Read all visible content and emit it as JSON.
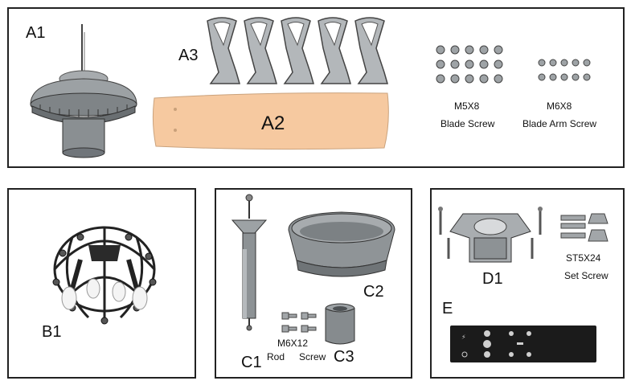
{
  "panel_a": {
    "a1_label": "A1",
    "a2_label": "A2",
    "a3_label": "A3",
    "m5_size": "M5X8",
    "m5_name": "Blade Screw",
    "m6_size": "M6X8",
    "m6_name": "Blade Arm Screw"
  },
  "panel_b": {
    "b1_label": "B1"
  },
  "panel_c": {
    "c1_label": "C1",
    "c2_label": "C2",
    "c3_label": "C3",
    "m6x12_size": "M6X12",
    "rod_label": "Rod",
    "screw_label": "Screw"
  },
  "panel_d": {
    "d1_label": "D1",
    "st_size": "ST5X24",
    "st_name": "Set Screw",
    "e_label": "E"
  },
  "colors": {
    "blade": "#f6c9a0",
    "metal": "#8f9497",
    "dark": "#222222",
    "remote": "#1b1b1b"
  }
}
